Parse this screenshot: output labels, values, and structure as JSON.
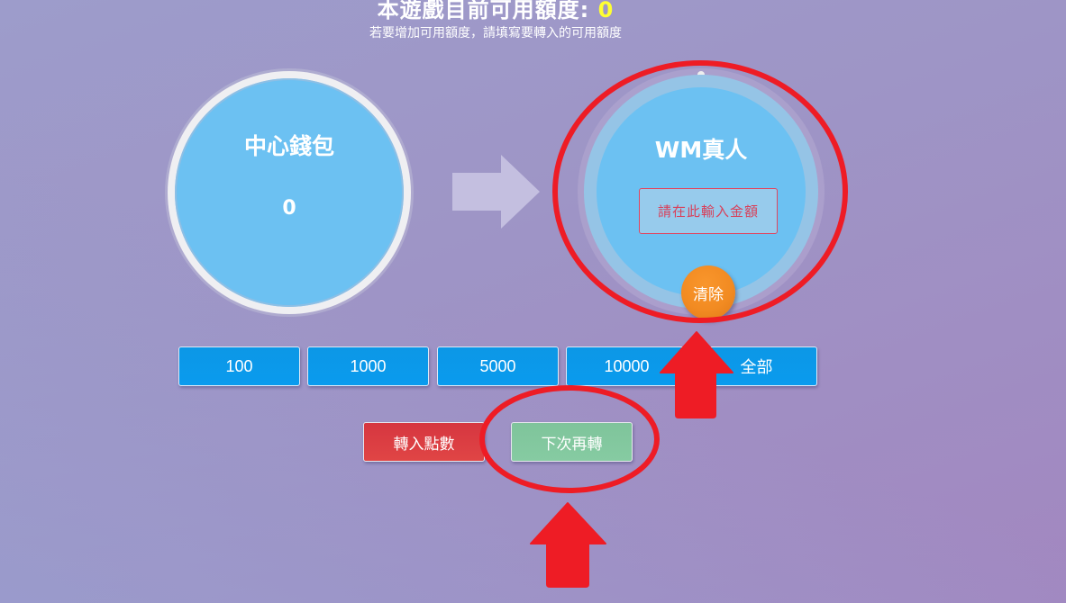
{
  "header": {
    "title_prefix": "本遊戲目前可用額度:",
    "title_amount": "0",
    "subtitle": "若要增加可用額度，請填寫要轉入的可用額度"
  },
  "source_wallet": {
    "title": "中心錢包",
    "balance": "0"
  },
  "transfer_arrow": {
    "icon": "arrow-right-icon"
  },
  "target_wallet": {
    "title": "WM真人",
    "amount_input": {
      "value": "",
      "placeholder": "請在此輸入金額"
    },
    "clear_label": "清除"
  },
  "quick_amounts": [
    {
      "label": "100"
    },
    {
      "label": "1000"
    },
    {
      "label": "5000"
    },
    {
      "label": "10000"
    },
    {
      "label": "全部"
    }
  ],
  "actions": {
    "transfer_label": "轉入點數",
    "later_label": "下次再轉"
  },
  "colors": {
    "accent_blue": "#0a9bee",
    "wallet_blue": "#6cc1f2",
    "danger_red": "#e04545",
    "success_green": "#86cba2",
    "clear_orange": "#f28b22",
    "highlight_yellow": "#ffff33",
    "annotation_red": "#ee1c25"
  }
}
